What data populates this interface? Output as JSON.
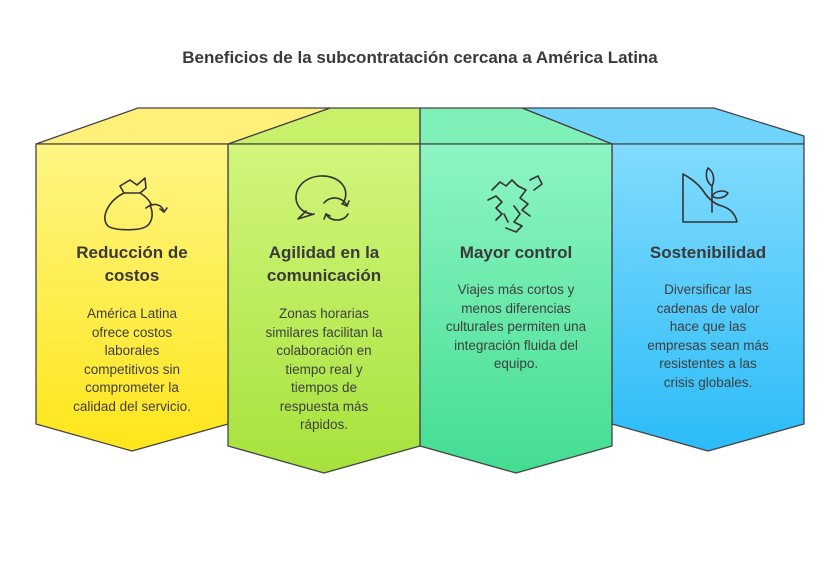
{
  "title": "Beneficios de la subcontratación cercana a América Latina",
  "cards": [
    {
      "icon": "money-bag-icon",
      "title": "Reducción de costos",
      "description": "América Latina ofrece costos laborales competitivos sin comprometer la calidad del servicio.",
      "color_top": "#fef584",
      "color_bottom": "#ffe61a",
      "color_side": "#fff07a"
    },
    {
      "icon": "chat-refresh-icon",
      "title": "Agilidad en la comunicación",
      "description": "Zonas horarias similares facilitan la colaboración en tiempo real y tiempos de respuesta más rápidos.",
      "color_top": "#d2f57c",
      "color_bottom": "#a6e23c",
      "color_side": "#c8f069"
    },
    {
      "icon": "handshake-icon",
      "title": "Mayor control",
      "description": "Viajes más cortos y menos diferencias culturales permiten una integración fluida del equipo.",
      "color_top": "#8ef5c3",
      "color_bottom": "#43dd92",
      "color_side": "#7ef0b8"
    },
    {
      "icon": "plant-growth-icon",
      "title": "Sostenibilidad",
      "description": "Diversificar las cadenas de valor hace que las empresas sean más resistentes a las crisis globales.",
      "color_top": "#82dbfe",
      "color_bottom": "#2bbcf7",
      "color_side": "#6fd3fb"
    }
  ]
}
